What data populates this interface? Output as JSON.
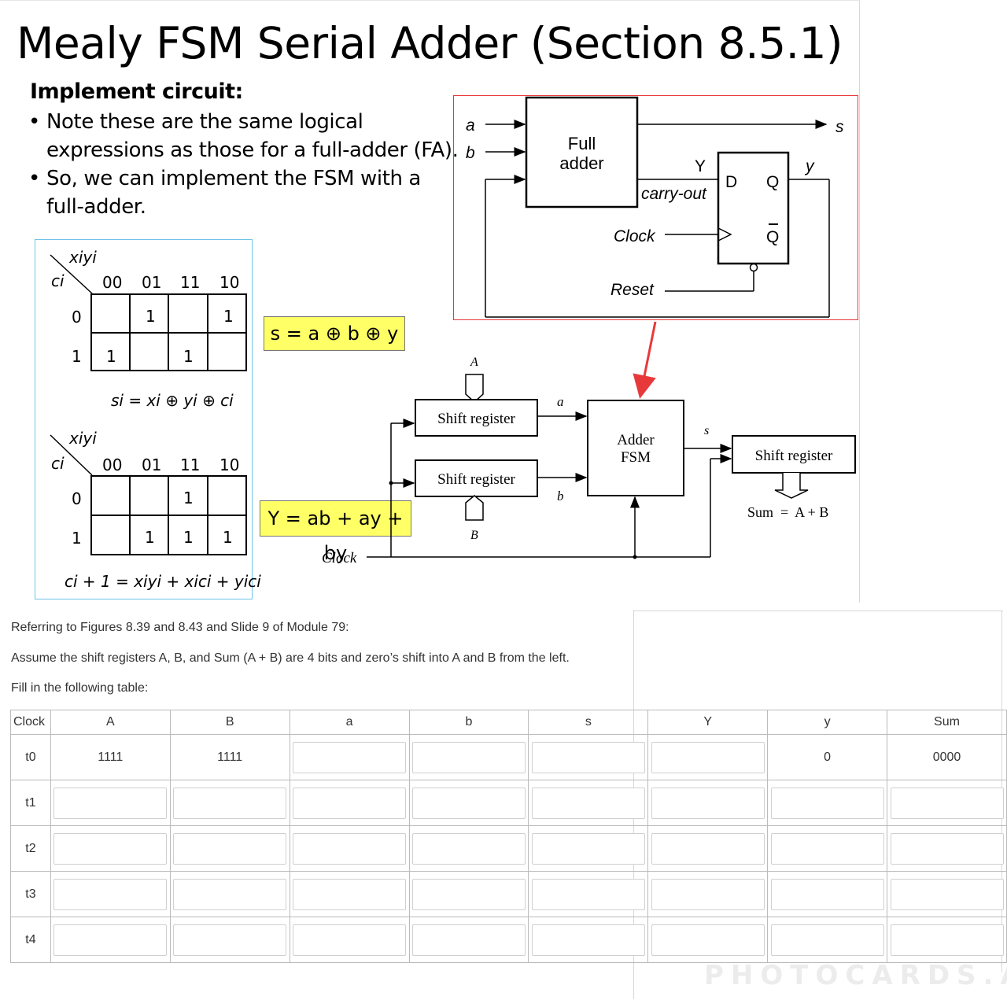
{
  "slide": {
    "title": "Mealy FSM Serial Adder (Section 8.5.1)",
    "heading": "Implement circuit:",
    "bullets": [
      "Note these are the same logical expressions as those for a full-adder (FA).",
      "So, we can implement the FSM with a full-adder."
    ],
    "bullet_marker": "•"
  },
  "kmaps": {
    "var_label": "xiyi",
    "row_label": "ci",
    "cols": [
      "00",
      "01",
      "11",
      "10"
    ],
    "rows": [
      "0",
      "1"
    ],
    "sum_map": [
      [
        "",
        "1",
        "",
        "1"
      ],
      [
        "1",
        "",
        "1",
        ""
      ]
    ],
    "sum_expr": "si = xi ⊕ yi ⊕ ci",
    "carry_map": [
      [
        "",
        "",
        "1",
        ""
      ],
      [
        "",
        "1",
        "1",
        "1"
      ]
    ],
    "carry_expr": "ci + 1 = xiyi + xici + yici"
  },
  "highlights": {
    "s_eq": "s = a ⊕ b ⊕ y",
    "Y_eq": "Y = ab + ay + by"
  },
  "fsm_circuit": {
    "in_a": "a",
    "in_b": "b",
    "fa_label_1": "Full",
    "fa_label_2": "adder",
    "out_s": "s",
    "Y_label": "Y",
    "carry_out": "carry-out",
    "ff_D": "D",
    "ff_Q": "Q",
    "ff_Qbar": "Q",
    "y_label": "y",
    "clock": "Clock",
    "reset": "Reset",
    "accent_color": "#e8393a"
  },
  "block_diagram": {
    "A": "A",
    "B": "B",
    "shift_reg_label": "Shift register",
    "adder_fsm_1": "Adder",
    "adder_fsm_2": "FSM",
    "a": "a",
    "b": "b",
    "s": "s",
    "sum_label": "Sum  =  A + B",
    "clock": "Clock"
  },
  "question": {
    "line1": "Referring to Figures 8.39 and 8.43 and Slide 9 of Module 79:",
    "line2": "Assume the shift registers A, B, and Sum (A + B) are 4 bits and zero’s shift into A and B from the left.",
    "line3": "Fill in the following table:"
  },
  "table": {
    "headers": [
      "Clock",
      "A",
      "B",
      "a",
      "b",
      "s",
      "Y",
      "y",
      "Sum"
    ],
    "rows": [
      [
        "t0",
        "1111",
        "1111",
        "",
        "",
        "",
        "",
        "0",
        "0000"
      ],
      [
        "t1",
        "",
        "",
        "",
        "",
        "",
        "",
        "",
        ""
      ],
      [
        "t2",
        "",
        "",
        "",
        "",
        "",
        "",
        "",
        ""
      ],
      [
        "t3",
        "",
        "",
        "",
        "",
        "",
        "",
        "",
        ""
      ],
      [
        "t4",
        "",
        "",
        "",
        "",
        "",
        "",
        "",
        ""
      ]
    ],
    "editable": [
      [
        false,
        false,
        false,
        true,
        true,
        true,
        true,
        false,
        false
      ],
      [
        false,
        true,
        true,
        true,
        true,
        true,
        true,
        true,
        true
      ],
      [
        false,
        true,
        true,
        true,
        true,
        true,
        true,
        true,
        true
      ],
      [
        false,
        true,
        true,
        true,
        true,
        true,
        true,
        true,
        true
      ],
      [
        false,
        true,
        true,
        true,
        true,
        true,
        true,
        true,
        true
      ]
    ]
  },
  "watermark": "PHOTOCARDS.AI"
}
